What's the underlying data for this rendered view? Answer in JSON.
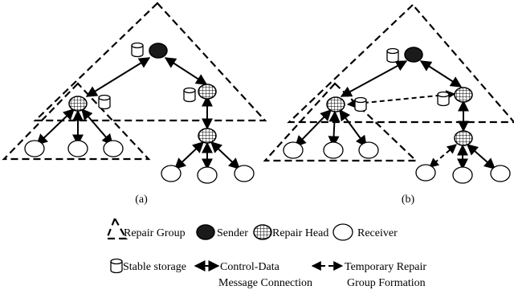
{
  "panels": [
    {
      "caption": "(a)"
    },
    {
      "caption": "(b)"
    }
  ],
  "legend": {
    "repair_group": "Repair Group",
    "sender": "Sender",
    "repair_head": "Repair Head",
    "receiver": "Receiver",
    "stable_storage": "Stable storage",
    "control_data_line1": "Control-Data",
    "control_data_line2": "Message Connection",
    "temporary_line1": "Temporary Repair",
    "temporary_line2": "Group Formation"
  },
  "colors": {
    "stroke": "#000000",
    "sender_fill": "#1a1a1a",
    "background": "#ffffff"
  }
}
